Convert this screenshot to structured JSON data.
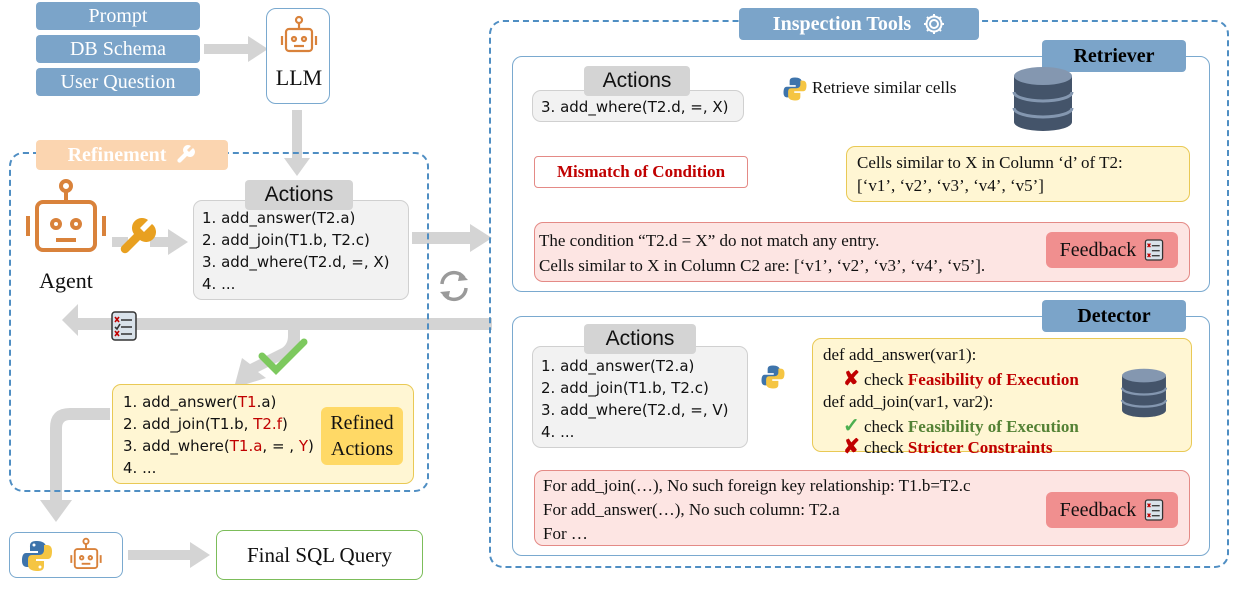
{
  "inputs": {
    "prompt": "Prompt",
    "schema": "DB Schema",
    "question": "User Question"
  },
  "llm_label": "LLM",
  "refinement": {
    "title": "Refinement",
    "agent_label": "Agent",
    "actions_title": "Actions",
    "actions": [
      "1. add_answer(T2.a)",
      "2. add_join(T1.b, T2.c)",
      "3. add_where(T2.d, =, X)",
      "4. ..."
    ],
    "refined_label_1": "Refined",
    "refined_label_2": "Actions",
    "refined": [
      {
        "pre": "1. add_answer(",
        "hl": "T1",
        "post": ".a)"
      },
      {
        "pre": "2. add_join(T1.b, ",
        "hl": "T2.f",
        "post": ")"
      },
      {
        "pre": "3. add_where(",
        "hl": "T1.a",
        "mid": ", = , ",
        "hl2": "Y",
        "post": ")"
      },
      {
        "pre": "4. ...",
        "hl": "",
        "post": ""
      }
    ]
  },
  "final_sql": "Final SQL Query",
  "inspection": {
    "title": "Inspection Tools",
    "retriever": {
      "title": "Retriever",
      "actions_title": "Actions",
      "action": "3. add_where(T2.d, =, X)",
      "retrieve_label": "Retrieve similar cells",
      "cells_line1": "Cells similar to X in Column ‘d’ of T2:",
      "cells_line2": "[‘v1’, ‘v2’, ‘v3’, ‘v4’, ‘v5’]",
      "mismatch": "Mismatch of Condition",
      "feedback_line1": "The condition “T2.d = X” do not match any entry.",
      "feedback_line2": "Cells similar to X in Column C2 are: [‘v1’, ‘v2’, ‘v3’, ‘v4’, ‘v5’].",
      "feedback_label": "Feedback"
    },
    "detector": {
      "title": "Detector",
      "actions_title": "Actions",
      "actions": [
        "1. add_answer(T2.a)",
        "2. add_join(T1.b, T2.c)",
        "3. add_where(T2.d, =, V)",
        "4. ..."
      ],
      "def1": "def add_answer(var1):",
      "check_word": "check",
      "check1": "Feasibility of Execution",
      "def2": "def add_join(var1, var2):",
      "check2": "Feasibility of Execution",
      "check3": "Stricter Constraints",
      "fb_lines": [
        "For add_join(…), No such foreign key relationship: T1.b=T2.c",
        "For add_answer(…), No such column: T2.a",
        "For …"
      ],
      "feedback_label": "Feedback"
    }
  },
  "colors": {
    "blue": "#7ba4c9",
    "dashed": "#4f8ec3",
    "orange": "#d9823b",
    "red": "#c00000",
    "green": "#548235"
  }
}
